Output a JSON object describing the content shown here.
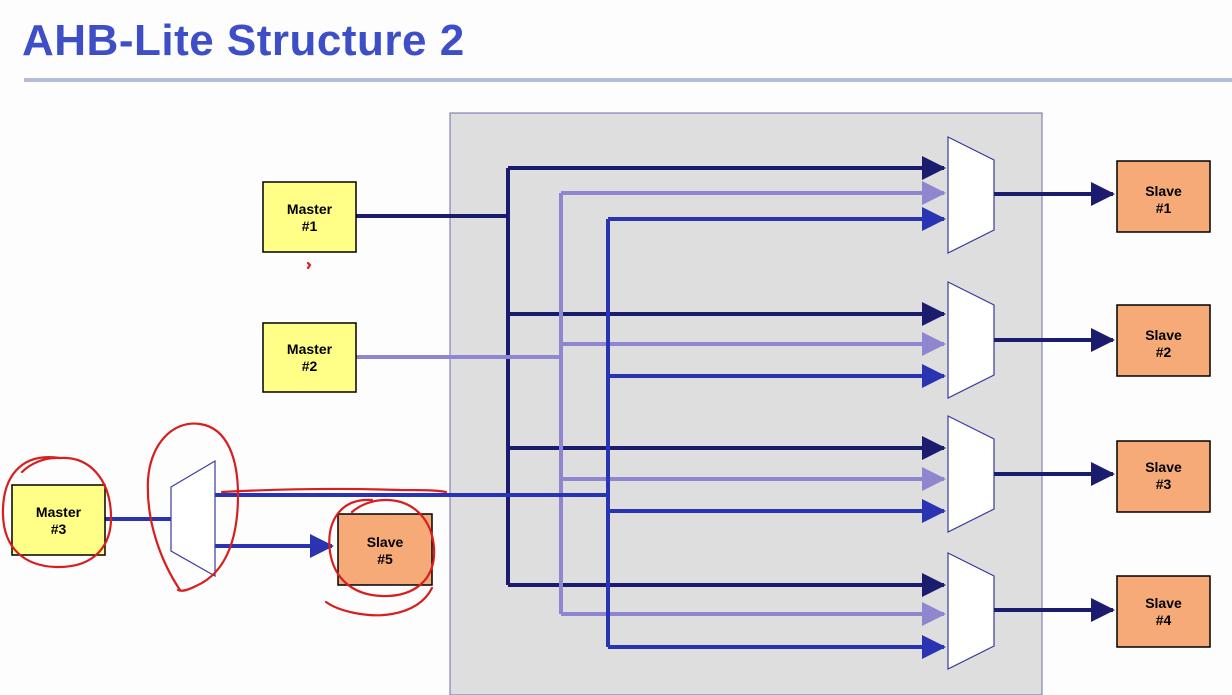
{
  "title": "AHB-Lite Structure 2",
  "masters": [
    {
      "line1": "Master",
      "line2": "#1"
    },
    {
      "line1": "Master",
      "line2": "#2"
    },
    {
      "line1": "Master",
      "line2": "#3"
    }
  ],
  "slaves": [
    {
      "line1": "Slave",
      "line2": "#1"
    },
    {
      "line1": "Slave",
      "line2": "#2"
    },
    {
      "line1": "Slave",
      "line2": "#3"
    },
    {
      "line1": "Slave",
      "line2": "#4"
    },
    {
      "line1": "Slave",
      "line2": "#5"
    }
  ],
  "colors": {
    "title": "#3d4ec6",
    "master_fill": "#ffff88",
    "slave_fill": "#f5aa78",
    "matrix_fill": "#dedede",
    "master1_bus": "#1c1c6e",
    "master2_bus": "#8e86ce",
    "master3_bus": "#2a34b2",
    "annotation": "#d81e1e"
  }
}
